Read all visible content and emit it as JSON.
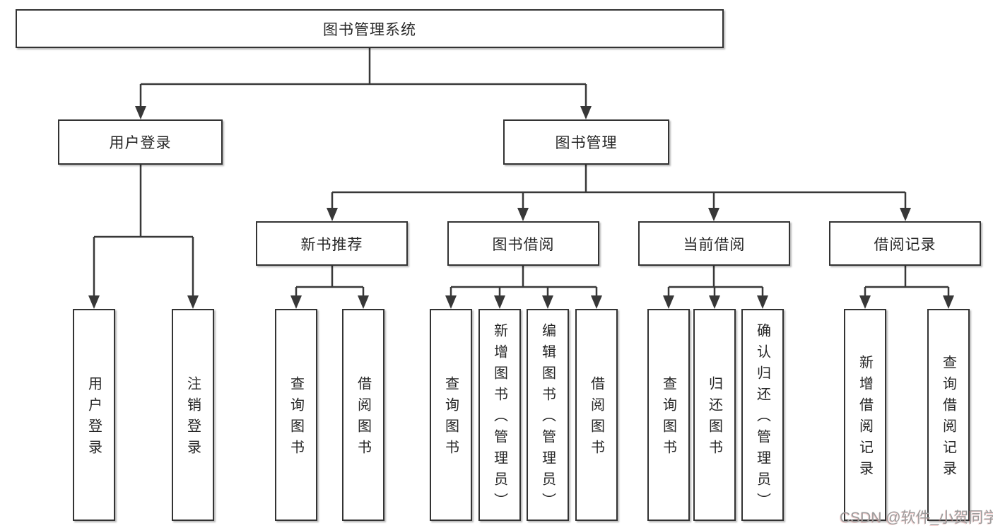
{
  "tree": {
    "root": {
      "label": "图书管理系统",
      "children": [
        {
          "label": "用户登录",
          "children": [
            {
              "label": "用户登录"
            },
            {
              "label": "注销登录"
            }
          ]
        },
        {
          "label": "图书管理",
          "children": [
            {
              "label": "新书推荐",
              "children": [
                {
                  "label": "查询图书"
                },
                {
                  "label": "借阅图书"
                }
              ]
            },
            {
              "label": "图书借阅",
              "children": [
                {
                  "label": "查询图书"
                },
                {
                  "label": "新增图书（管理员）"
                },
                {
                  "label": "编辑图书（管理员）"
                },
                {
                  "label": "借阅图书"
                }
              ]
            },
            {
              "label": "当前借阅",
              "children": [
                {
                  "label": "查询图书"
                },
                {
                  "label": "归还图书"
                },
                {
                  "label": "确认归还（管理员）"
                }
              ]
            },
            {
              "label": "借阅记录",
              "children": [
                {
                  "label": "新增借阅记录"
                },
                {
                  "label": "查询借阅记录"
                }
              ]
            }
          ]
        }
      ]
    }
  },
  "watermark": {
    "text": "CSDN @软件_小贺同学"
  },
  "colors": {
    "line": "#383838",
    "box_border": "#333333",
    "text": "#262626",
    "watermark": "#9c9c9c",
    "background": "#ffffff"
  }
}
